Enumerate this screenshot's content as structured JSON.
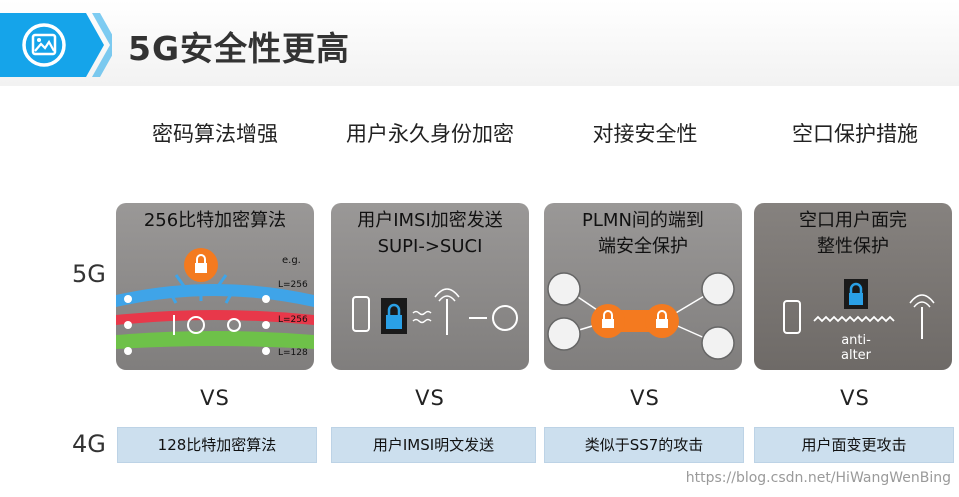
{
  "slide": {
    "title": "5G安全性更高",
    "icons": {
      "title": "image-icon"
    }
  },
  "columns": [
    {
      "heading": "密码算法增强",
      "card_title": "256比特加密算法",
      "fourg": "128比特加密算法",
      "vs": "VS",
      "extras": {
        "eg": "e.g.",
        "l1": "L=256",
        "l2": "L=256",
        "l3": "L=128"
      }
    },
    {
      "heading": "用户永久身份加密",
      "card_title_line1": "用户IMSI加密发送",
      "card_title_line2": "SUPI->SUCI",
      "fourg": "用户IMSI明文发送",
      "vs": "VS"
    },
    {
      "heading": "对接安全性",
      "card_title_line1": "PLMN间的端到",
      "card_title_line2": "端安全保护",
      "fourg": "类似于SS7的攻击",
      "vs": "VS"
    },
    {
      "heading": "空口保护措施",
      "card_title_line1": "空口用户面完",
      "card_title_line2": "整性保护",
      "fourg": "用户面变更攻击",
      "vs": "VS",
      "extras": {
        "anti1": "anti-",
        "anti2": "alter"
      }
    }
  ],
  "rows": {
    "fiveg": "5G",
    "fourg": "4G"
  },
  "watermark": "https://blog.csdn.net/HiWangWenBing",
  "colors": {
    "accent_blue": "#1aa0e6",
    "lock_orange": "#f47a1f",
    "card_gray": "#8c8a89",
    "bar_blue": "#ccdfee"
  }
}
